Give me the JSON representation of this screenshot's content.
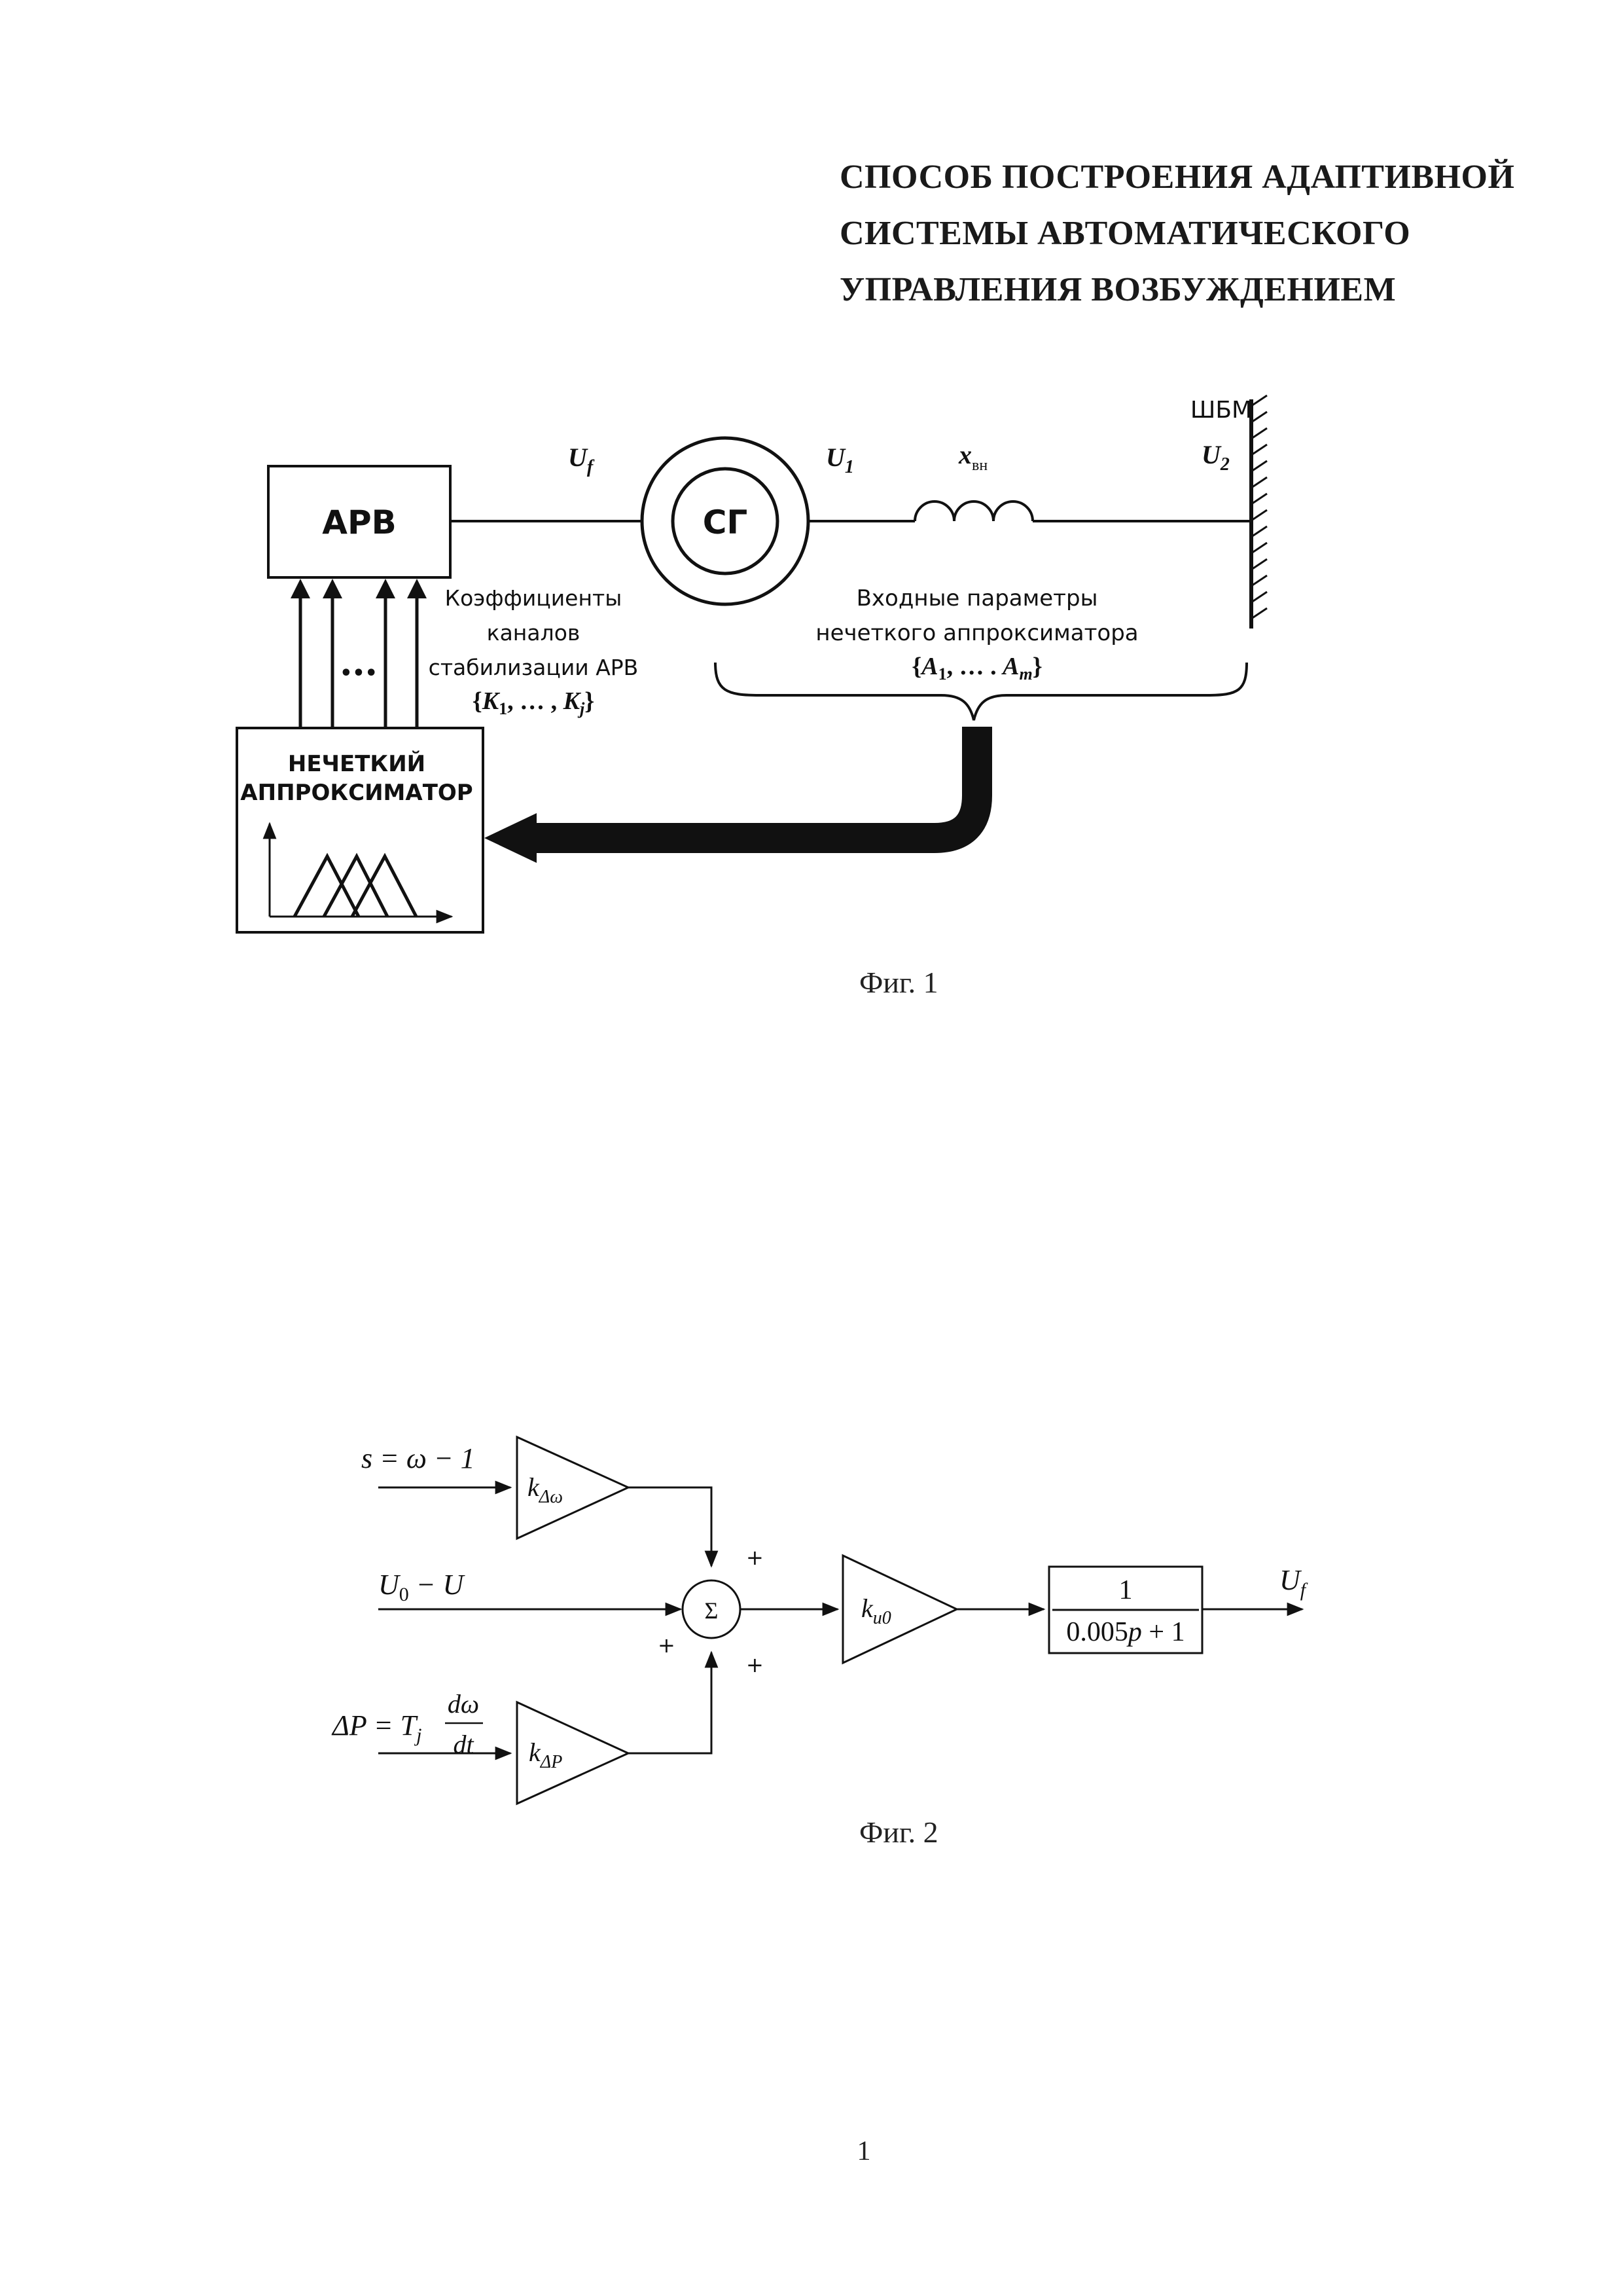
{
  "title": {
    "line1": "СПОСОБ ПОСТРОЕНИЯ АДАПТИВНОЙ",
    "line2": "СИСТЕМЫ АВТОМАТИЧЕСКОГО",
    "line3": "УПРАВЛЕНИЯ ВОЗБУЖДЕНИЕМ"
  },
  "fig1": {
    "arv_label": "АРВ",
    "generator_label": "СГ",
    "bus_label": "ШБМ",
    "uf_label": "U",
    "uf_sub": "f",
    "u1_label": "U",
    "u1_sub": "1",
    "u2_label": "U",
    "u2_sub": "2",
    "x_label": "x",
    "x_sub": "вн",
    "coef_line1": "Коэффициенты",
    "coef_line2": "каналов",
    "coef_line3": "стабилизации АРВ",
    "coef_set_open": "{",
    "coef_set_k1": "K",
    "coef_set_k1_sub": "1",
    "coef_set_mid": ", … , ",
    "coef_set_kj": "K",
    "coef_set_kj_sub": "j",
    "coef_set_close": "}",
    "input_line1": "Входные параметры",
    "input_line2": "нечеткого аппроксиматора",
    "input_set_open": "{",
    "input_set_a1": "A",
    "input_set_a1_sub": "1",
    "input_set_mid": ", … . ",
    "input_set_am": "A",
    "input_set_am_sub": "m",
    "input_set_close": "}",
    "dots": "•••",
    "fuzzy_line1": "НЕЧЕТКИЙ",
    "fuzzy_line2": "АППРОКСИМАТОР",
    "caption": "Фиг. 1"
  },
  "fig2": {
    "input1": "s = ω − 1",
    "input2_u": "U",
    "input2_sub": "0",
    "input2_rest": " − U",
    "input3_lhs": "ΔP = T",
    "input3_sub": "j",
    "input3_num": "dω",
    "input3_den": "dt",
    "gain1": "k",
    "gain1_sub": "Δω",
    "gain2": "k",
    "gain2_sub": "u0",
    "gain3": "k",
    "gain3_sub": "ΔP",
    "sum_symbol": "Σ",
    "plus_top": "+",
    "plus_left": "+",
    "plus_bottom": "+",
    "tf_numerator": "1",
    "tf_denominator_a": "0.005",
    "tf_denominator_p": "p",
    "tf_denominator_b": " + 1",
    "output": "U",
    "output_sub": "f",
    "caption": "Фиг. 2"
  },
  "page_number": "1"
}
